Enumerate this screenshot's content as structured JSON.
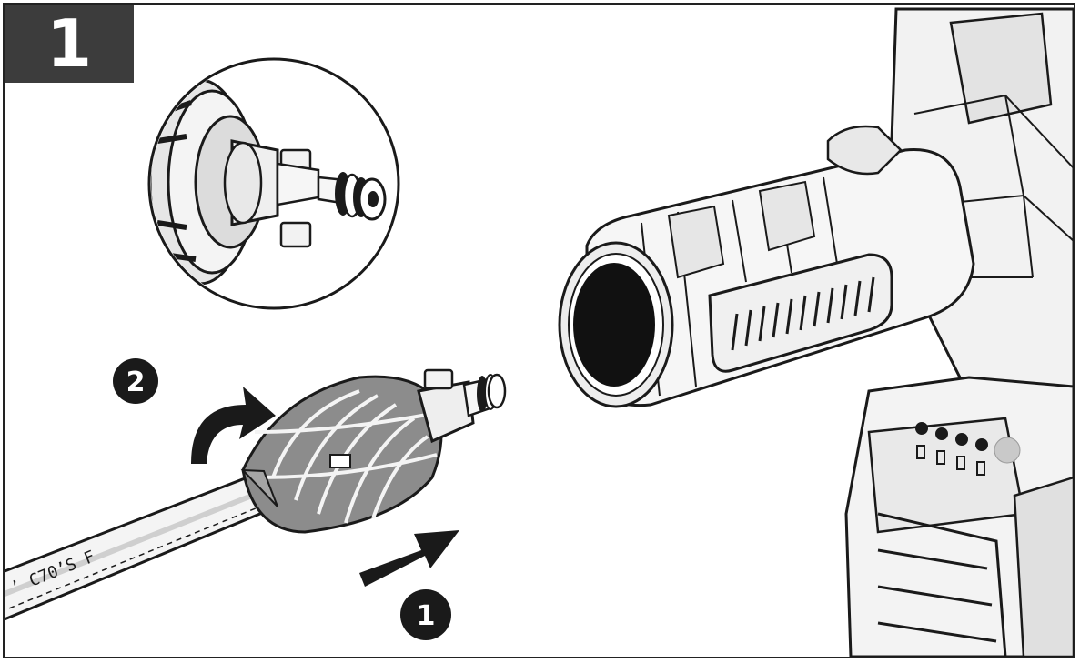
{
  "step": {
    "number": "1"
  },
  "callouts": [
    {
      "id": "push",
      "number": "1"
    },
    {
      "id": "twist",
      "number": "2"
    }
  ],
  "hose_print": "’ C70’S F",
  "colors": {
    "ink": "#1a1a1a",
    "tab": "#3c3c3c",
    "shade": "#d9d9d9",
    "light": "#f2f2f2"
  }
}
